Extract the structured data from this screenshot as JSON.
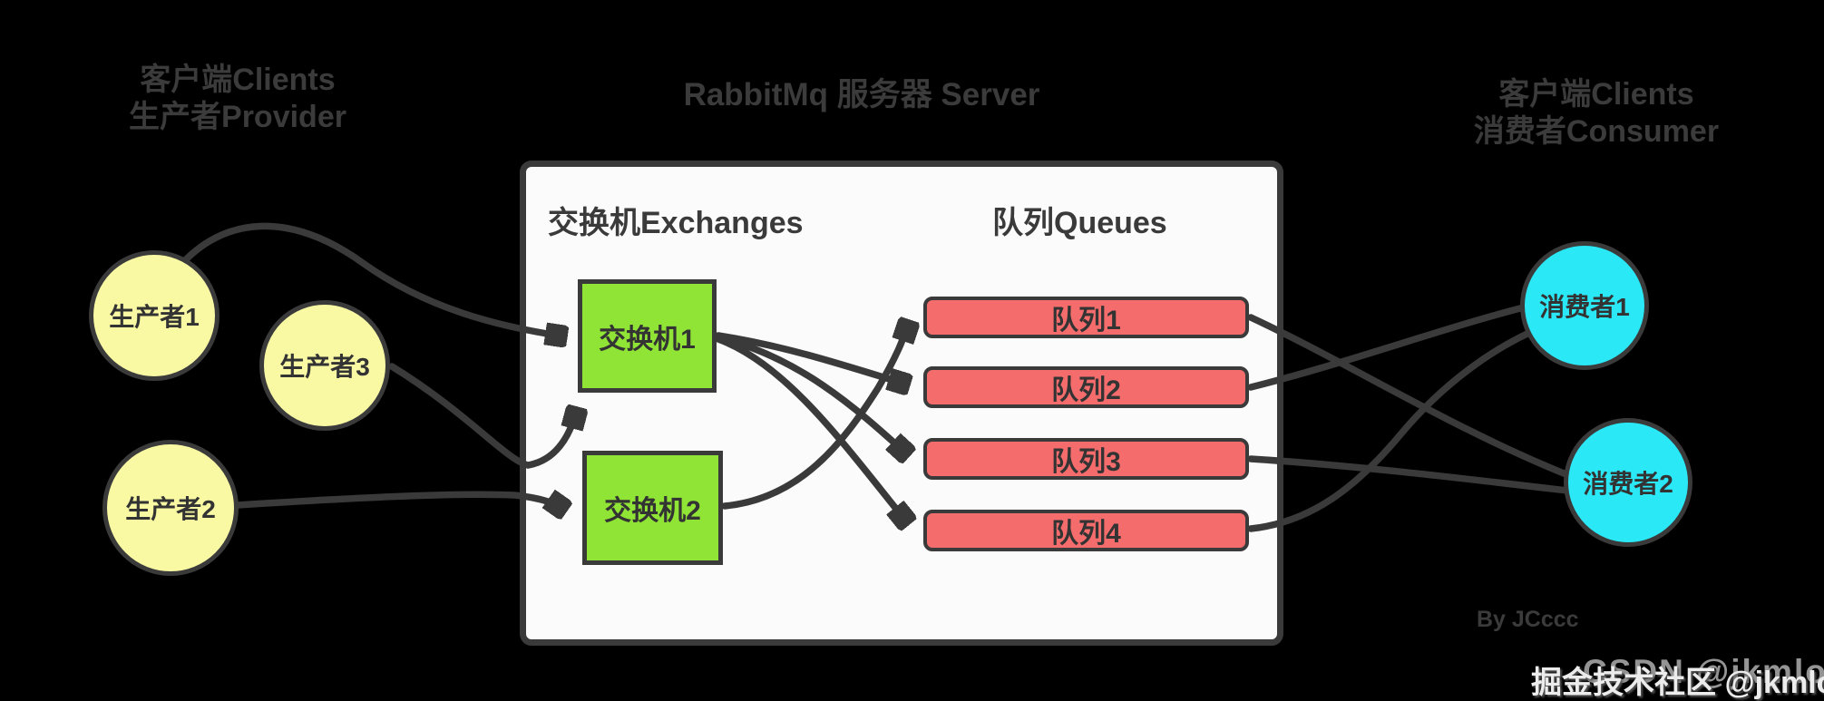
{
  "left_header": {
    "line1": "客户端Clients",
    "line2": "生产者Provider"
  },
  "right_header": {
    "line1": "客户端Clients",
    "line2": "消费者Consumer"
  },
  "server_panel": {
    "title": "RabbitMq 服务器 Server",
    "exchanges_section_label": "交换机Exchanges",
    "queues_section_label": "队列Queues"
  },
  "producers": [
    {
      "label": "生产者1"
    },
    {
      "label": "生产者2"
    },
    {
      "label": "生产者3"
    }
  ],
  "exchanges": [
    {
      "label": "交换机1"
    },
    {
      "label": "交换机2"
    }
  ],
  "queues": [
    {
      "label": "队列1"
    },
    {
      "label": "队列2"
    },
    {
      "label": "队列3"
    },
    {
      "label": "队列4"
    }
  ],
  "consumers": [
    {
      "label": "消费者1"
    },
    {
      "label": "消费者2"
    }
  ],
  "connections": [
    {
      "from": "生产者1",
      "to": "交换机1",
      "arrow": true
    },
    {
      "from": "生产者3",
      "to": "交换机1",
      "arrow": true
    },
    {
      "from": "生产者2",
      "to": "交换机2",
      "arrow": true
    },
    {
      "from": "交换机1",
      "to": "队列2",
      "arrow": true
    },
    {
      "from": "交换机1",
      "to": "队列3",
      "arrow": true
    },
    {
      "from": "交换机1",
      "to": "队列4",
      "arrow": true
    },
    {
      "from": "交换机2",
      "to": "队列1",
      "arrow": true
    },
    {
      "from": "队列1",
      "to": "消费者2",
      "arrow": false
    },
    {
      "from": "队列2",
      "to": "消费者1",
      "arrow": false
    },
    {
      "from": "队列3",
      "to": "消费者2",
      "arrow": false
    },
    {
      "from": "队列4",
      "to": "消费者1",
      "arrow": false
    }
  ],
  "watermarks": {
    "byline": "By JCccc",
    "front": "掘金技术社区 @jkmloner",
    "back": "CSDN @jkmloner"
  },
  "colors": {
    "background": "#000000",
    "panel_fill": "#FBFBFB",
    "line_stroke": "#3A3A3A",
    "producer_fill": "#F9F9A4",
    "exchange_fill": "#90E436",
    "queue_fill": "#F56C6C",
    "consumer_fill": "#2BE8F6",
    "faint_title_text": "#3B3B3B",
    "watermark_front": "#ECECEC",
    "watermark_back": "#949494"
  }
}
